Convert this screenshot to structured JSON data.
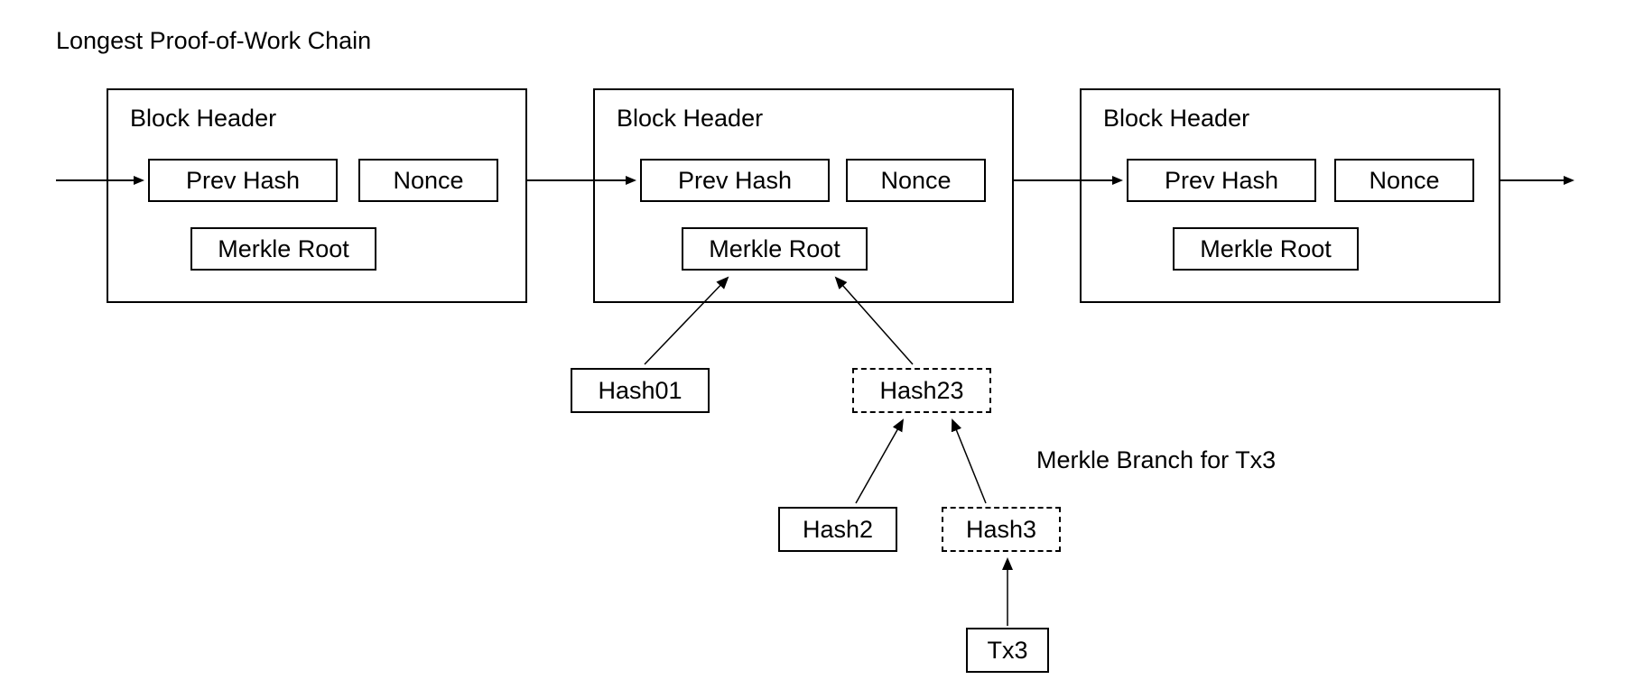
{
  "diagram": {
    "title": "Longest Proof-of-Work Chain",
    "branch_label": "Merkle Branch for Tx3",
    "colors": {
      "stroke": "#000000",
      "background": "#ffffff",
      "text": "#000000"
    },
    "blocks": [
      {
        "title": "Block Header",
        "fields": {
          "prev_hash": "Prev Hash",
          "nonce": "Nonce",
          "merkle_root": "Merkle Root"
        }
      },
      {
        "title": "Block Header",
        "fields": {
          "prev_hash": "Prev Hash",
          "nonce": "Nonce",
          "merkle_root": "Merkle Root"
        }
      },
      {
        "title": "Block Header",
        "fields": {
          "prev_hash": "Prev Hash",
          "nonce": "Nonce",
          "merkle_root": "Merkle Root"
        }
      }
    ],
    "merkle_nodes": [
      {
        "label": "Hash01",
        "style": "solid"
      },
      {
        "label": "Hash23",
        "style": "dashed"
      },
      {
        "label": "Hash2",
        "style": "solid"
      },
      {
        "label": "Hash3",
        "style": "dashed"
      },
      {
        "label": "Tx3",
        "style": "solid"
      }
    ]
  }
}
